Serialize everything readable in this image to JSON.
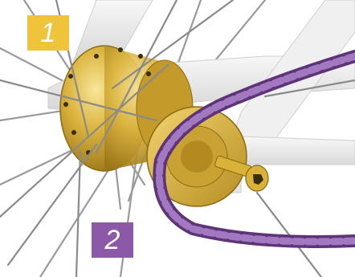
{
  "callouts": [
    {
      "label": "1",
      "color": "#efc33a"
    },
    {
      "label": "2",
      "color": "#8c59a8"
    }
  ],
  "colors": {
    "frame": "#ededed",
    "frame_shade": "#d4d4d4",
    "hub": "#d9b23a",
    "hub_highlight": "#f6e08a",
    "hub_shadow": "#a07c1c",
    "chain": "#8a5aa6",
    "chain_dark": "#5e3478",
    "spoke": "#8a8a8a",
    "bolt": "#d9b23a"
  },
  "icons": [
    "bicycle-rear-hub",
    "chain-drive",
    "axle-bolt"
  ]
}
